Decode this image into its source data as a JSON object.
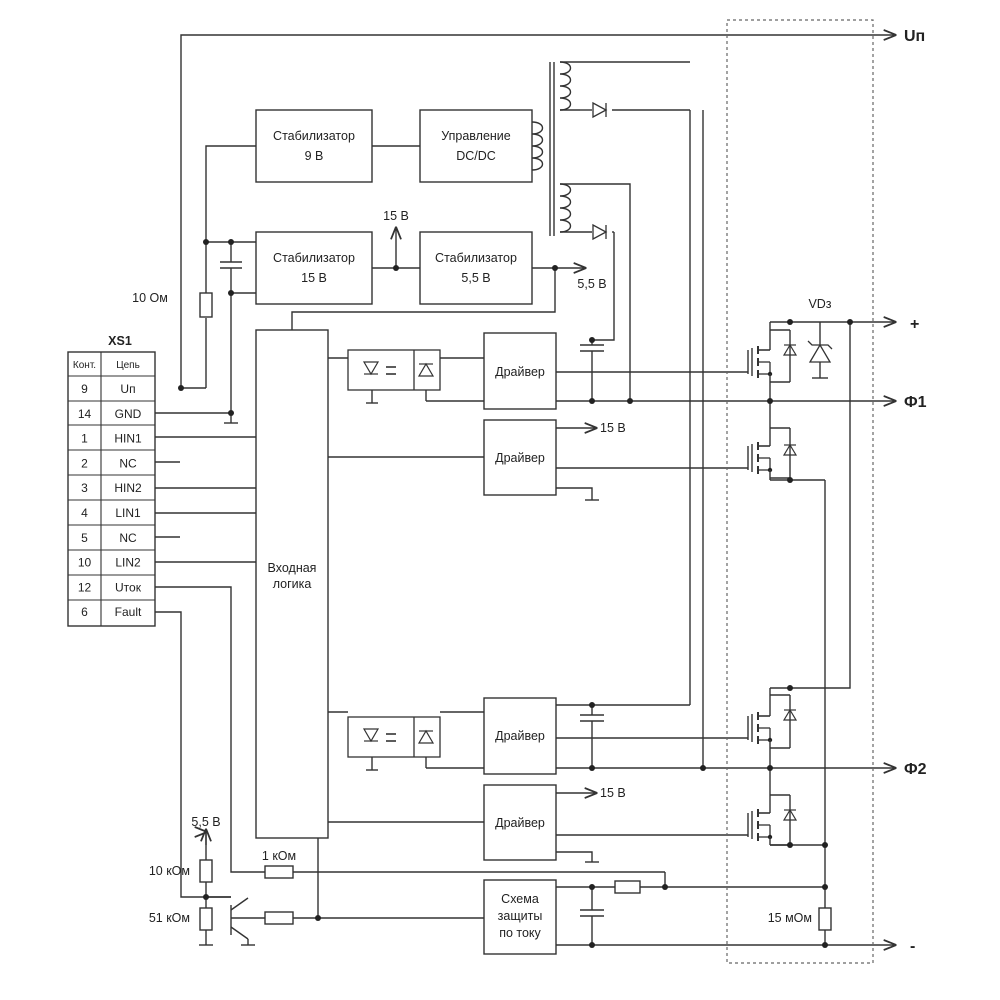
{
  "blocks": {
    "stab9": [
      "Стабилизатор",
      "9 В"
    ],
    "dcdc": [
      "Управление",
      "DC/DC"
    ],
    "stab15": [
      "Стабилизатор",
      "15 В"
    ],
    "stab55": [
      "Стабилизатор",
      "5,5 В"
    ],
    "logic": [
      "Входная",
      "логика"
    ],
    "driver": "Драйвер",
    "protection": [
      "Схема",
      "защиты",
      "по току"
    ]
  },
  "labels": {
    "r10": "10 Ом",
    "v15_top": "15 В",
    "v55_out": "5,5 В",
    "v15_drv1": "15 В",
    "v15_drv2": "15 В",
    "vdz": "VDз",
    "v55_bottom": "5,5 В",
    "r10k": "10 кОм",
    "r51k": "51 кОм",
    "r1k": "1 кОм",
    "shunt": "15 мОм"
  },
  "outputs": {
    "un": "Uп",
    "plus": "+",
    "f1": "Ф1",
    "f2": "Ф2",
    "minus": "-"
  },
  "connector": {
    "name": "XS1",
    "headers": [
      "Конт.",
      "Цепь"
    ],
    "rows": [
      [
        "9",
        "Uп"
      ],
      [
        "14",
        "GND"
      ],
      [
        "1",
        "HIN1"
      ],
      [
        "2",
        "NC"
      ],
      [
        "3",
        "HIN2"
      ],
      [
        "4",
        "LIN1"
      ],
      [
        "5",
        "NC"
      ],
      [
        "10",
        "LIN2"
      ],
      [
        "12",
        "Uток"
      ],
      [
        "6",
        "Fault"
      ]
    ]
  }
}
